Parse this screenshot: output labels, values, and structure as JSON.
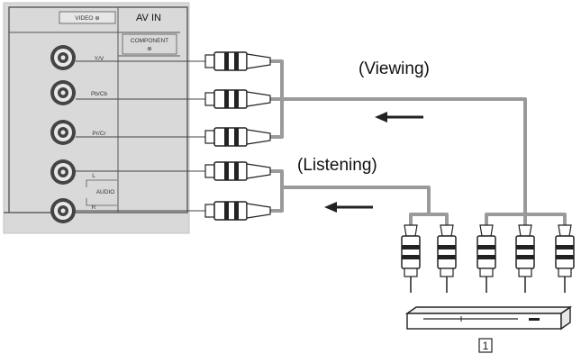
{
  "panel": {
    "video_tab": "VIDEO ⊕",
    "av_in": "AV IN",
    "component": "COMPONENT",
    "component_sub": "⊕",
    "jack_y": "Y/V",
    "jack_pb": "Pb/Cb",
    "jack_pr": "Pr/Cr",
    "jack_l": "L",
    "jack_r": "R",
    "audio": "AUDIO"
  },
  "labels": {
    "viewing": "(Viewing)",
    "listening": "(Listening)",
    "device_number": "1"
  },
  "colors": {
    "panel_fill": "#d8d8d8",
    "panel_border": "#b5b5b5",
    "cable": "#9a9a9a",
    "arrow": "#222222",
    "line": "#333333"
  }
}
